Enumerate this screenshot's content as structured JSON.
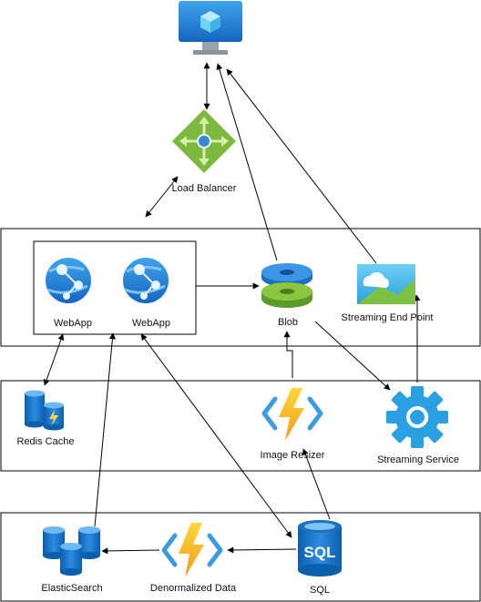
{
  "labels": {
    "load_balancer": "Load Balancer",
    "webapp_1": "WebApp",
    "webapp_2": "WebApp",
    "blob": "Blob",
    "streaming_end_point": "Streaming End Point",
    "redis_cache": "Redis Cache",
    "image_resizer": "Image Resizer",
    "streaming_service": "Streaming Service",
    "elasticsearch": "ElasticSearch",
    "denormalized_data": "Denormalized Data",
    "sql": "SQL",
    "sql_icon_text": "SQL"
  },
  "icons": {
    "vm": "virtual-machine-icon",
    "load_balancer": "load-balancer-icon",
    "webapp": "web-app-icon",
    "blob": "blob-storage-icon",
    "streaming_end_point": "streaming-endpoint-icon",
    "redis_cache": "redis-cache-icon",
    "function": "function-bolt-icon",
    "streaming_service": "gear-icon",
    "elasticsearch": "database-cluster-icon",
    "sql": "sql-database-icon"
  },
  "colors": {
    "azure_blue": "#1e88d8",
    "azure_light_blue": "#5cc4f2",
    "function_yellow": "#f7c325",
    "function_orange": "#f29a1c",
    "load_balancer_green": "#7cb740",
    "blob_green": "#79b83a",
    "line": "#000000"
  }
}
